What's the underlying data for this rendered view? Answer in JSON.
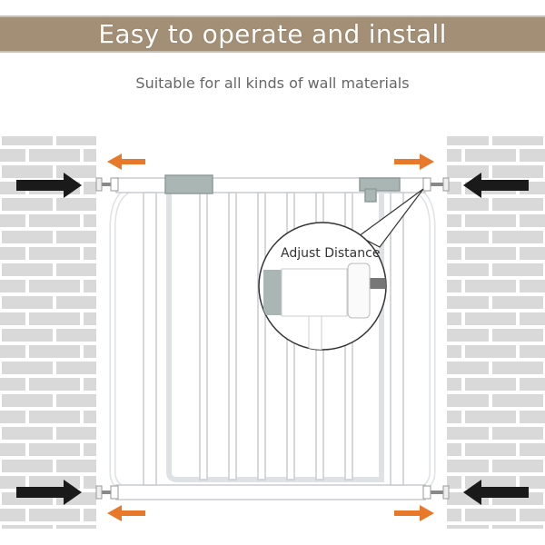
{
  "banner": {
    "title": "Easy to operate and install"
  },
  "subtitle": "Suitable for all kinds of wall materials",
  "callout": {
    "label": "Adjust Distance"
  },
  "colors": {
    "banner": "#a38f75",
    "brick": "#d9d9d9",
    "mortar": "#ffffff",
    "arrow_push": "#1a1a1a",
    "arrow_adjust": "#e8782a",
    "gate": "#ffffff",
    "gate_outline": "#c8ccd0",
    "latch": "#a9b6b4"
  },
  "icons": [
    "push-arrow-icon",
    "adjust-arrow-icon"
  ]
}
